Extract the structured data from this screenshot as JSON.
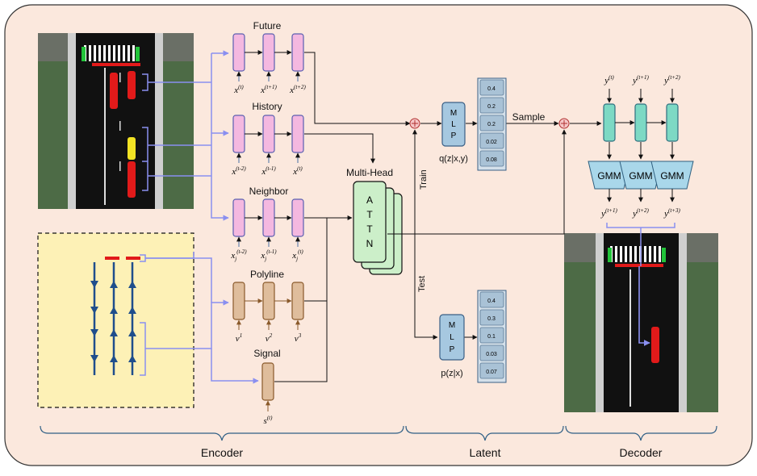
{
  "modules": {
    "future": "Future",
    "history": "History",
    "neighbor": "Neighbor",
    "polyline": "Polyline",
    "signal": "Signal",
    "attention_title": "Multi-Head",
    "attention_letters": [
      "A",
      "T",
      "T",
      "N"
    ],
    "gmm": "GMM",
    "mlp_letters": [
      "M",
      "L",
      "P"
    ]
  },
  "inputs": {
    "future": [
      "x",
      "x",
      "x"
    ],
    "future_sup": [
      "(t)",
      "(t+1)",
      "(t+2)"
    ],
    "history": [
      "x",
      "x",
      "x"
    ],
    "history_sup": [
      "(t-2)",
      "(t-1)",
      "(t)"
    ],
    "neighbor": [
      "x",
      "x",
      "x"
    ],
    "neighbor_sub": [
      "j",
      "j",
      "j"
    ],
    "neighbor_sup": [
      "(t-2)",
      "(t-1)",
      "(t)"
    ],
    "polyline": [
      "v",
      "v",
      "v"
    ],
    "polyline_sup": [
      "1",
      "2",
      "3"
    ],
    "signal": "s",
    "signal_sup": "(t)"
  },
  "latent": {
    "train_label": "Train",
    "test_label": "Test",
    "sample_label": "Sample",
    "posterior_label": "q(z|x,y)",
    "prior_label": "p(z|x)",
    "posterior_values": [
      "0.4",
      "0.2",
      "0.2",
      "0.02",
      "0.08"
    ],
    "prior_values": [
      "0.4",
      "0.3",
      "0.1",
      "0.03",
      "0.07"
    ]
  },
  "decoder": {
    "inputs": [
      "y",
      "y",
      "y"
    ],
    "inputs_sup": [
      "(t)",
      "(t+1)",
      "(t+2)"
    ],
    "outputs": [
      "y",
      "y",
      "y"
    ],
    "outputs_sup": [
      "(t+1)",
      "(t+2)",
      "(t+3)"
    ]
  },
  "sections": {
    "encoder": "Encoder",
    "latent": "Latent",
    "decoder": "Decoder"
  },
  "colors": {
    "panel_bg": "#fbe8dd",
    "encoder_cell": "#f4b8e0",
    "polyline_cell": "#dfbd9c",
    "decoder_cell": "#7dd9c4",
    "attention": "#ccefc9",
    "gmm": "#a9d7ea",
    "mlp": "#a6c8e0",
    "vector_cell": "#a9c2d6",
    "map_bg": "#fdf1b6",
    "lane": "#1f4e8c",
    "stop_line": "#e11a1a"
  }
}
